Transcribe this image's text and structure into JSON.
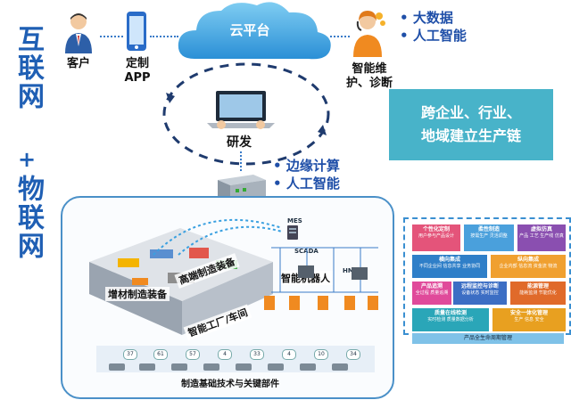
{
  "left_titles": {
    "top": "互联网",
    "plus": "+",
    "bottom": "物联网"
  },
  "top_row": {
    "customer": "客户",
    "app_line1": "定制",
    "app_line2": "APP",
    "cloud": "云平台",
    "maintenance_line1": "智能维",
    "maintenance_line2": "护、诊断"
  },
  "right_bullets": [
    "大数据",
    "人工智能"
  ],
  "center": {
    "rnd": "研发",
    "edge_bullets": [
      "边缘计算",
      "人工智能"
    ]
  },
  "chain_box": {
    "line1": "跨企业、行业、",
    "line2": "地域建立生产链"
  },
  "factory": {
    "additive": "增材制造装备",
    "high_end": "高端制造装备",
    "factory_workshop": "智能工厂/车间",
    "robot": "智能机器人",
    "mes": "MES",
    "scada": "SCADA",
    "hmi": "HMI",
    "foundation": "制造基础技术与关键部件",
    "device_numbers": [
      "37",
      "61",
      "57",
      "4",
      "33",
      "4",
      "10",
      "34"
    ]
  },
  "lifecycle": {
    "footer": "产品全生命周期管理",
    "cells": [
      {
        "title": "个性化定制",
        "sub": "用户参与产品设计",
        "color": "#e4547a"
      },
      {
        "title": "柔性制造",
        "sub": "按需生产 灵活调整",
        "color": "#4aa0dc"
      },
      {
        "title": "虚拟仿真",
        "sub": "产品 工艺 生产线 仿真",
        "color": "#8a4fb0"
      },
      {
        "title": "横向集成",
        "sub": "不同企业间 信息共享 业务协同",
        "color": "#2f7fc8"
      },
      {
        "title": "纵向集成",
        "sub": "企业内部 信息流 资金流 物流",
        "color": "#f0a030"
      },
      {
        "title": "产品追溯",
        "sub": "全过程 质量追溯",
        "color": "#e04a9a"
      },
      {
        "title": "远程监控与诊断",
        "sub": "设备状态 实时监控",
        "color": "#3c6ec4"
      },
      {
        "title": "能源管理",
        "sub": "能耗监测 节能优化",
        "color": "#e06a2a"
      },
      {
        "title": "质量在线检测",
        "sub": "实时检测 质量数据分析",
        "color": "#2aa6b8"
      },
      {
        "title": "安全一体化管理",
        "sub": "生产 信息 安全",
        "color": "#e8a020"
      }
    ]
  }
}
